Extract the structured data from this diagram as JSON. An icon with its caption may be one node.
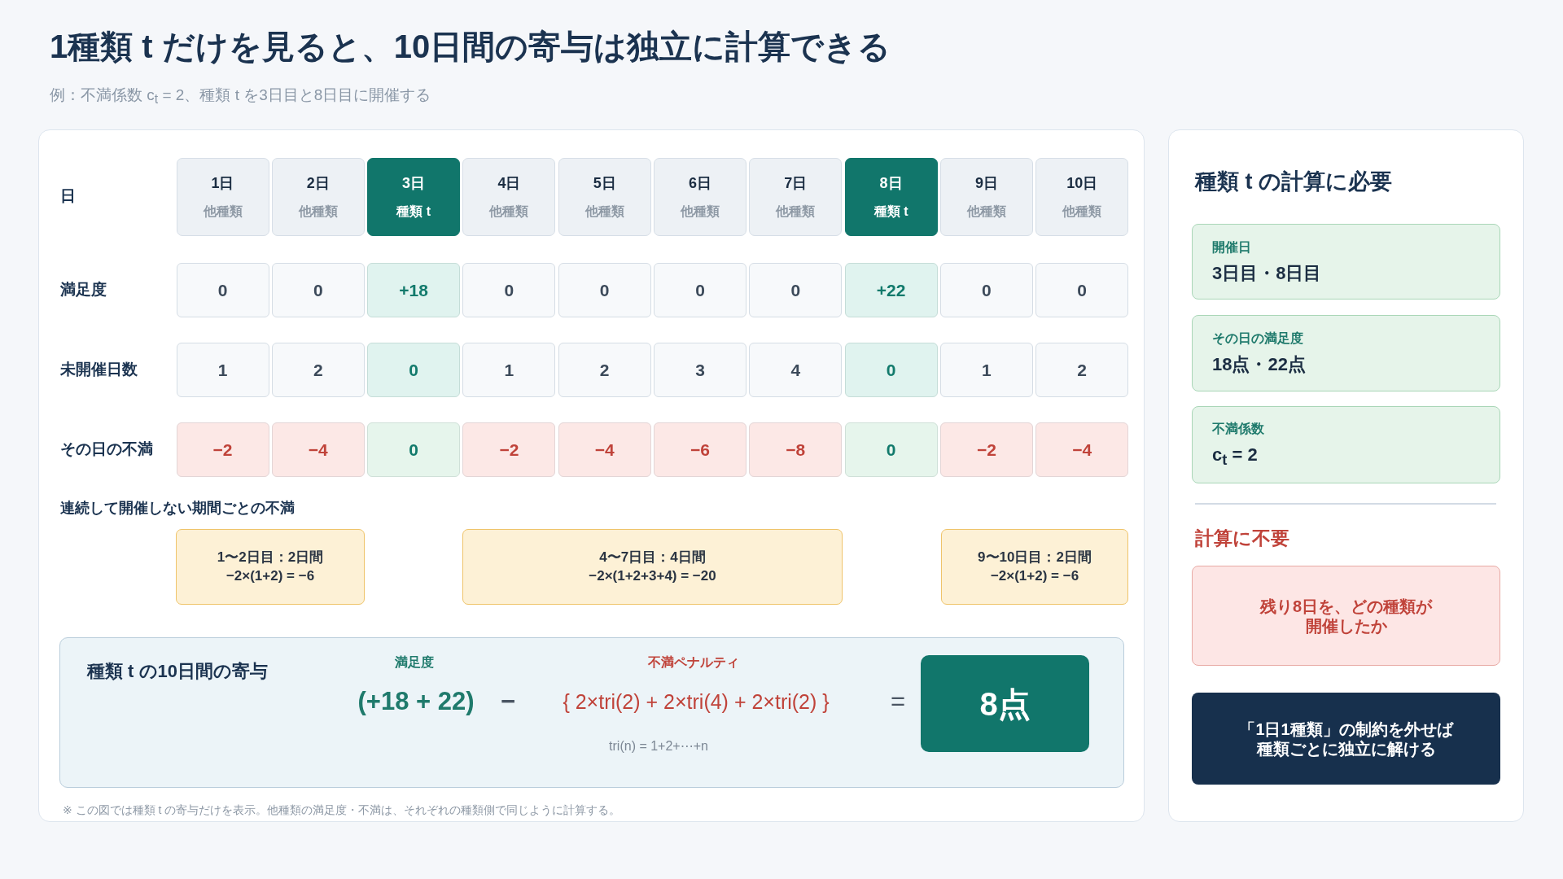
{
  "diagram": {
    "title": "1種類 t だけを見ると、10日間の寄与は独立に計算できる",
    "labels": [
      "例：不満係数 c$_{t}$ = 2、種類 t を3日目と8日目に開催する"
    ],
    "nodes": [
      {
        "text": [
          "日",
          "満足度",
          "未開催日数",
          "その日の不満",
          "連続して開催しない期間ごとの不満",
          "※ この図では種類 t の寄与だけを表示。他種類の満足度・不満は、それぞれの種類側で同じように計算する。"
        ]
      },
      {
        "in": 0,
        "text": [
          "1日",
          "他種類"
        ]
      },
      {
        "in": 0,
        "text": [
          "2日",
          "他種類"
        ]
      },
      {
        "in": 0,
        "text": [
          "3日",
          "種類 t"
        ]
      },
      {
        "in": 0,
        "text": [
          "4日",
          "他種類"
        ]
      },
      {
        "in": 0,
        "text": [
          "5日",
          "他種類"
        ]
      },
      {
        "in": 0,
        "text": [
          "6日",
          "他種類"
        ]
      },
      {
        "in": 0,
        "text": [
          "7日",
          "他種類"
        ]
      },
      {
        "in": 0,
        "text": [
          "8日",
          "種類 t"
        ]
      },
      {
        "in": 0,
        "text": [
          "9日",
          "他種類"
        ]
      },
      {
        "in": 0,
        "text": [
          "10日",
          "他種類"
        ]
      },
      {
        "in": 0,
        "text": [
          "0"
        ]
      },
      {
        "in": 0,
        "text": [
          "0"
        ]
      },
      {
        "in": 0,
        "text": [
          "+18"
        ]
      },
      {
        "in": 0,
        "text": [
          "0"
        ]
      },
      {
        "in": 0,
        "text": [
          "0"
        ]
      },
      {
        "in": 0,
        "text": [
          "0"
        ]
      },
      {
        "in": 0,
        "text": [
          "0"
        ]
      },
      {
        "in": 0,
        "text": [
          "+22"
        ]
      },
      {
        "in": 0,
        "text": [
          "0"
        ]
      },
      {
        "in": 0,
        "text": [
          "0"
        ]
      },
      {
        "in": 0,
        "text": [
          "1"
        ]
      },
      {
        "in": 0,
        "text": [
          "2"
        ]
      },
      {
        "in": 0,
        "text": [
          "0"
        ]
      },
      {
        "in": 0,
        "text": [
          "1"
        ]
      },
      {
        "in": 0,
        "text": [
          "2"
        ]
      },
      {
        "in": 0,
        "text": [
          "3"
        ]
      },
      {
        "in": 0,
        "text": [
          "4"
        ]
      },
      {
        "in": 0,
        "text": [
          "0"
        ]
      },
      {
        "in": 0,
        "text": [
          "1"
        ]
      },
      {
        "in": 0,
        "text": [
          "2"
        ]
      },
      {
        "in": 0,
        "text": [
          "−2"
        ]
      },
      {
        "in": 0,
        "text": [
          "−4"
        ]
      },
      {
        "in": 0,
        "text": [
          "0"
        ]
      },
      {
        "in": 0,
        "text": [
          "−2"
        ]
      },
      {
        "in": 0,
        "text": [
          "−4"
        ]
      },
      {
        "in": 0,
        "text": [
          "−6"
        ]
      },
      {
        "in": 0,
        "text": [
          "−8"
        ]
      },
      {
        "in": 0,
        "text": [
          "0"
        ]
      },
      {
        "in": 0,
        "text": [
          "−2"
        ]
      },
      {
        "in": 0,
        "text": [
          "−4"
        ]
      },
      {
        "in": 0,
        "text": [
          "1〜2日目：2日間",
          "−2×(1+2) = −6"
        ]
      },
      {
        "in": 0,
        "text": [
          "4〜7日目：4日間",
          "−2×(1+2+3+4) = −20"
        ]
      },
      {
        "in": 0,
        "text": [
          "9〜10日目：2日間",
          "−2×(1+2) = −6"
        ]
      },
      {
        "in": 0,
        "text": [
          "種類 t の10日間の寄与",
          "満足度",
          "(+18 + 22)",
          "−",
          "不満ペナルティ",
          "{ 2×tri(2) + 2×tri(4) + 2×tri(2) }",
          "tri(n) = 1+2+⋯+n",
          "="
        ]
      },
      {
        "in": 44,
        "text": [
          "8点"
        ]
      },
      {
        "text": [
          "種類 t の計算に必要",
          "計算に不要"
        ]
      },
      {
        "in": 46,
        "text": [
          "開催日",
          "3日目・8日目"
        ]
      },
      {
        "in": 46,
        "text": [
          "その日の満足度",
          "18点・22点"
        ]
      },
      {
        "in": 46,
        "text": [
          "不満係数",
          "c$_{t}$ = 2"
        ]
      },
      {
        "in": 46,
        "text": [
          "残り8日を、どの種類が開催したか"
        ]
      },
      {
        "in": 46,
        "text": [
          "「1日1種類」の制約を外せば種類ごとに独立に解ける"
        ]
      }
    ]
  }
}
